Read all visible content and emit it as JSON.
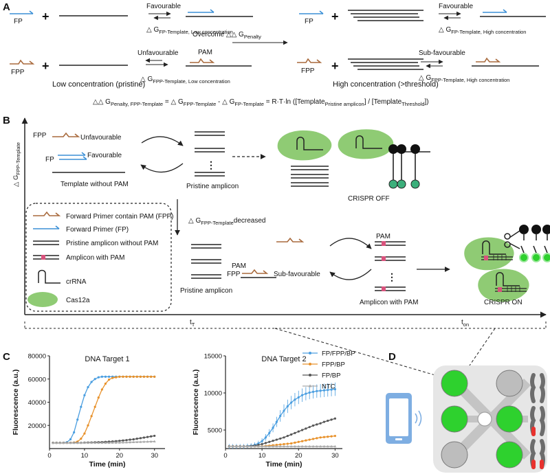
{
  "panels": {
    "a": "A",
    "b": "B",
    "c": "C",
    "d": "D"
  },
  "panel_a": {
    "fp": "FP",
    "fpp": "FPP",
    "plus": "+",
    "favourable": "Favourable",
    "unfavourable": "Unfavourable",
    "sub_favourable": "Sub-favourable",
    "pam": "PAM",
    "dg": "△ G",
    "sub_fp_low": "FP-Template, Low concentration",
    "sub_fp_high": "FP-Template, High concentration",
    "sub_fpp_low": "FPP-Template, Low concentration",
    "sub_fpp_high": "FPP-Template, High concentration",
    "overcome_main": "Overcome △△ G",
    "overcome_sub": "Penalty",
    "low_conc": "Low concentration (pristine)",
    "high_conc": "High concentration (>threshold)",
    "eq_ddg": "△△ G",
    "eq_sub1": "Penalty, FPP-Template",
    "eq_eq_dg": " = △ G",
    "eq_sub2": "FPP-Template",
    "eq_minus_dg": " - △ G",
    "eq_sub3": "FP-Template",
    "eq_rtln": " = R·T·ln ([Template",
    "eq_sub4": "Pristine amplicon",
    "eq_div": "] / [Template",
    "eq_sub5": "Threshold",
    "eq_end": "])"
  },
  "panel_b": {
    "y_axis_main": "△ G",
    "y_axis_sub": "FPP-Template",
    "fpp": "FPP",
    "fp": "FP",
    "unfavourable": "Unfavourable",
    "favourable": "Favourable",
    "template_without_pam": "Template without PAM",
    "pristine_amplicon": "Pristine amplicon",
    "crispr_off": "CRISPR OFF",
    "dg_decreased_main": "△ G",
    "dg_decreased_sub": "FPP-Template",
    "dg_decreased_tail": "decreased",
    "legend": [
      "Forward Primer contain PAM (FPP)",
      "Forward Primer (FP)",
      "Pristine amplicon without PAM",
      "Amplicon with PAM",
      "crRNA",
      "Cas12a"
    ],
    "pam": "PAM",
    "sub_favourable": "Sub-favourable",
    "dots": "⋮",
    "amplicon_with_pam": "Amplicon with PAM",
    "crispr_on": "CRISPR ON",
    "t_main": "t",
    "t_t_sub": "T",
    "t_on_sub": "on"
  },
  "panel_d": {
    "circle_states": [
      "on",
      "off",
      "on",
      "on",
      "off",
      "on"
    ],
    "colors": {
      "on": "#2ed12e",
      "off": "#bdbdbd",
      "chip": "#e6e6e6",
      "phone": "#7eaee2",
      "mutation": "#e8322e"
    }
  },
  "colors": {
    "fp": "#3a8fd6",
    "fpp": "#a8693b",
    "pam": "#d9537d",
    "cas": "#8fcb74",
    "fp_fpp_bp": "#4a9ee0",
    "fpp_bp": "#e8912a",
    "fp_bp": "#555555",
    "ntc": "#aaaaaa"
  },
  "chart_data": [
    {
      "type": "line",
      "title": "DNA Target 1",
      "xlabel": "Time (min)",
      "ylabel": "Fluorescence (a.u.)",
      "xlim": [
        0,
        33
      ],
      "ylim": [
        0,
        80000
      ],
      "xticks": [
        0,
        10,
        20,
        30
      ],
      "yticks": [
        20000,
        40000,
        60000,
        80000
      ],
      "ytick_labels": [
        "20000",
        "40000",
        "60000",
        "80000"
      ],
      "x": [
        1,
        2,
        3,
        4,
        5,
        6,
        7,
        8,
        9,
        10,
        11,
        12,
        13,
        14,
        15,
        16,
        17,
        18,
        19,
        20,
        21,
        22,
        23,
        24,
        25,
        26,
        27,
        28,
        29,
        30
      ],
      "series": [
        {
          "name": "FP/FPP/BP",
          "color": "#4a9ee0",
          "marker": "dot",
          "values": [
            5000,
            5000,
            5000,
            5000,
            5500,
            8000,
            14000,
            25000,
            36000,
            46000,
            53000,
            57500,
            60000,
            61500,
            62000,
            62000,
            62000,
            62000,
            62000,
            62000,
            62000,
            62000,
            62000,
            62000,
            62000,
            62000,
            62000,
            62000,
            62000,
            62000
          ]
        },
        {
          "name": "FPP/BP",
          "color": "#e8912a",
          "marker": "dot",
          "values": [
            5000,
            5000,
            5000,
            5000,
            5000,
            5000,
            5200,
            6000,
            8500,
            13000,
            20000,
            28000,
            36000,
            44000,
            51000,
            56000,
            59500,
            61000,
            61500,
            62000,
            62000,
            62000,
            62000,
            62000,
            62000,
            62000,
            62000,
            62000,
            62000,
            62000
          ]
        },
        {
          "name": "FP/BP",
          "color": "#555555",
          "marker": "dot",
          "values": [
            5000,
            5000,
            5000,
            5000,
            5000,
            5000,
            5000,
            5000,
            5000,
            5100,
            5200,
            5300,
            5400,
            5500,
            5600,
            5800,
            6000,
            6200,
            6400,
            6700,
            7000,
            7300,
            7700,
            8000,
            8500,
            9000,
            9500,
            10000,
            10500,
            11000
          ]
        },
        {
          "name": "NTC",
          "color": "#aaaaaa",
          "marker": "tri",
          "values": [
            5000,
            5000,
            5000,
            5000,
            5000,
            5000,
            5000,
            5000,
            5000,
            5000,
            5000,
            5000,
            5000,
            5000,
            5000,
            5000,
            5000,
            5100,
            5100,
            5200,
            5300,
            5400,
            5500,
            5600,
            5700,
            5800,
            5900,
            6000,
            6100,
            6200
          ]
        }
      ]
    },
    {
      "type": "line",
      "title": "DNA Target 2",
      "xlabel": "Time (min)",
      "ylabel": "Fluorescence (a.u.)",
      "xlim": [
        0,
        32
      ],
      "ylim": [
        2500,
        15000
      ],
      "xticks": [
        0,
        10,
        20,
        30
      ],
      "yticks": [
        5000,
        10000,
        15000
      ],
      "ytick_labels": [
        "5000",
        "10000",
        "15000"
      ],
      "x": [
        1,
        2,
        3,
        4,
        5,
        6,
        7,
        8,
        9,
        10,
        11,
        12,
        13,
        14,
        15,
        16,
        17,
        18,
        19,
        20,
        21,
        22,
        23,
        24,
        25,
        26,
        27,
        28,
        29,
        30
      ],
      "series": [
        {
          "name": "FP/FPP/BP",
          "color": "#4a9ee0",
          "marker": "dot",
          "values": [
            2800,
            2800,
            2800,
            2800,
            2800,
            2850,
            2900,
            3000,
            3200,
            3500,
            4000,
            4600,
            5300,
            6100,
            6900,
            7600,
            8200,
            8700,
            9100,
            9400,
            9700,
            9900,
            10050,
            10150,
            10250,
            10300,
            10350,
            10400,
            10450,
            10500
          ],
          "error": 900
        },
        {
          "name": "FPP/BP",
          "color": "#e8912a",
          "marker": "dot",
          "values": [
            2800,
            2800,
            2800,
            2800,
            2800,
            2800,
            2800,
            2800,
            2800,
            2800,
            2850,
            2900,
            2950,
            3000,
            3050,
            3100,
            3150,
            3200,
            3300,
            3400,
            3500,
            3600,
            3700,
            3800,
            3900,
            4000,
            4050,
            4100,
            4150,
            4200
          ],
          "error": 250
        },
        {
          "name": "FP/BP",
          "color": "#555555",
          "marker": "dot",
          "values": [
            2800,
            2800,
            2800,
            2800,
            2800,
            2800,
            2850,
            2900,
            3000,
            3100,
            3250,
            3400,
            3550,
            3700,
            3850,
            4000,
            4200,
            4400,
            4600,
            4800,
            5000,
            5200,
            5400,
            5600,
            5750,
            5900,
            6100,
            6250,
            6400,
            6550
          ],
          "error": 80
        },
        {
          "name": "NTC",
          "color": "#aaaaaa",
          "marker": "tri",
          "values": [
            2800,
            2800,
            2800,
            2800,
            2800,
            2800,
            2800,
            2800,
            2800,
            2800,
            2800,
            2800,
            2800,
            2800,
            2800,
            2800,
            2800,
            2800,
            2800,
            2800,
            2800,
            2800,
            2800,
            2800,
            2800,
            2800,
            2800,
            2800,
            2800,
            2800
          ]
        }
      ]
    }
  ]
}
